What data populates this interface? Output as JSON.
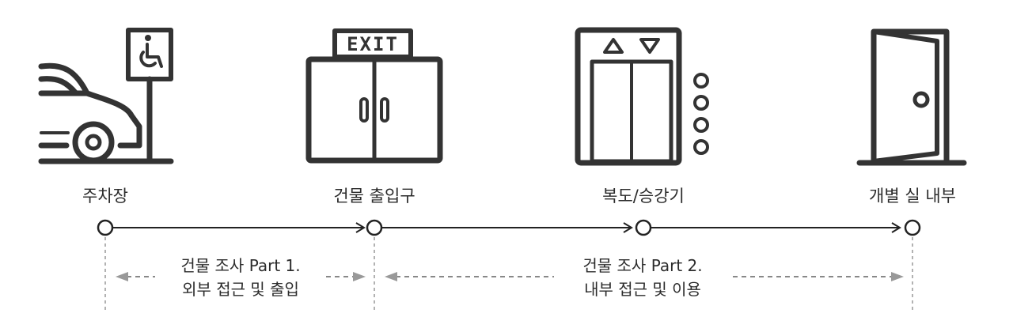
{
  "stages": [
    {
      "label": "주차장",
      "icon": "parking-accessible-car-icon"
    },
    {
      "label": "건물 출입구",
      "icon": "building-exit-door-icon"
    },
    {
      "label": "복도/승강기",
      "icon": "elevator-icon"
    },
    {
      "label": "개별 실 내부",
      "icon": "open-door-icon"
    }
  ],
  "parts": [
    {
      "line1": "건물 조사 Part 1.",
      "line2": "외부 접근 및 출입"
    },
    {
      "line1": "건물 조사 Part 2.",
      "line2": "내부 접근 및 이용"
    }
  ],
  "icon_text": {
    "exit_sign": "EXIT"
  },
  "colors": {
    "stroke": "#333333",
    "dashed": "#888888",
    "arrow_gray": "#999999"
  }
}
